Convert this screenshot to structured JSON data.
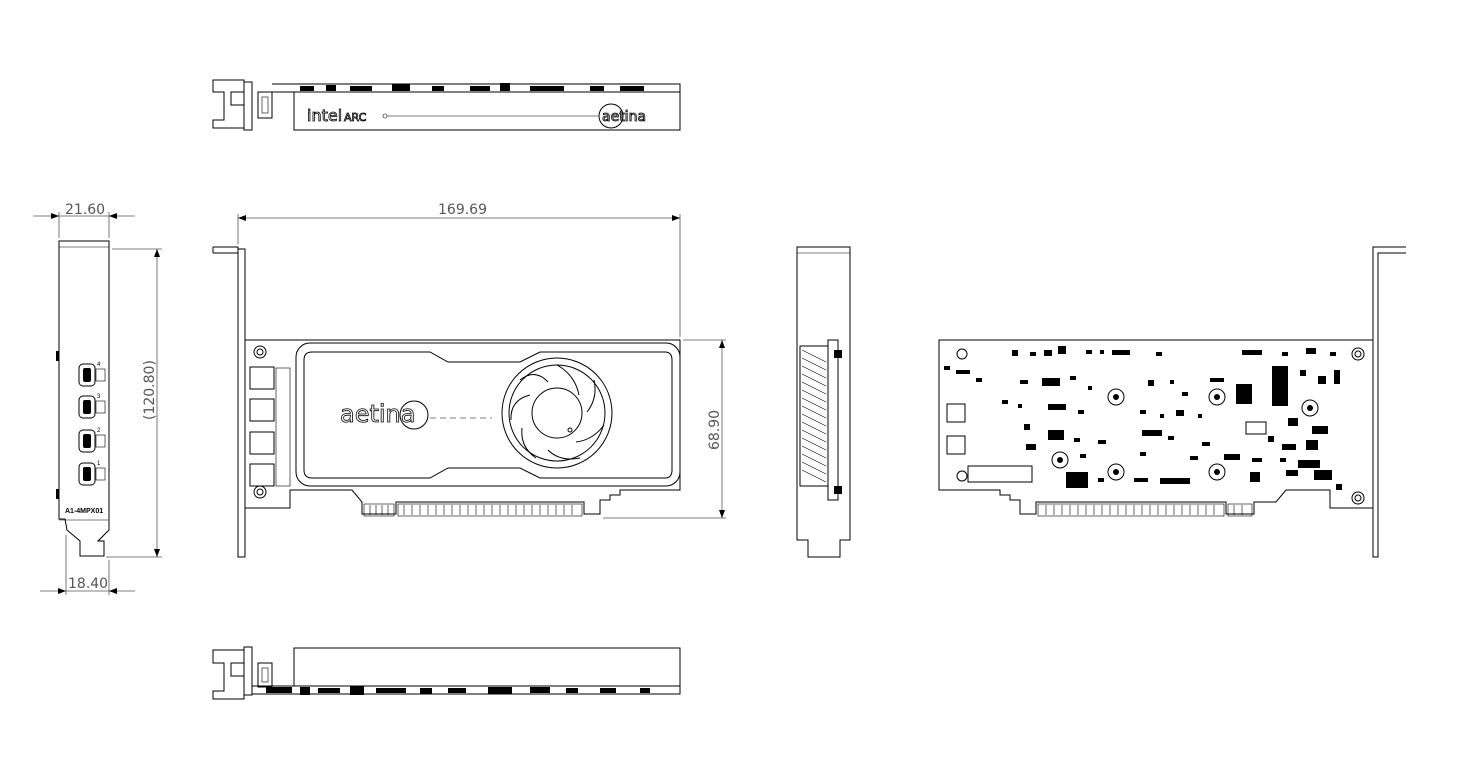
{
  "dimensions": {
    "bracket_top_width": "21.60",
    "bracket_bottom_width": "18.40",
    "bracket_height": "(120.80)",
    "card_length": "169.69",
    "card_height": "68.90"
  },
  "labels": {
    "model": "A1-4MPX01",
    "brand_intel": "intel",
    "brand_arc": "ARC",
    "brand_aetina_top": "aetina",
    "brand_aetina_front": "aetina",
    "port_numbers": [
      "4",
      "3",
      "2",
      "1"
    ]
  },
  "colors": {
    "line": "#000000",
    "dimension": "#555555",
    "background": "#ffffff"
  }
}
